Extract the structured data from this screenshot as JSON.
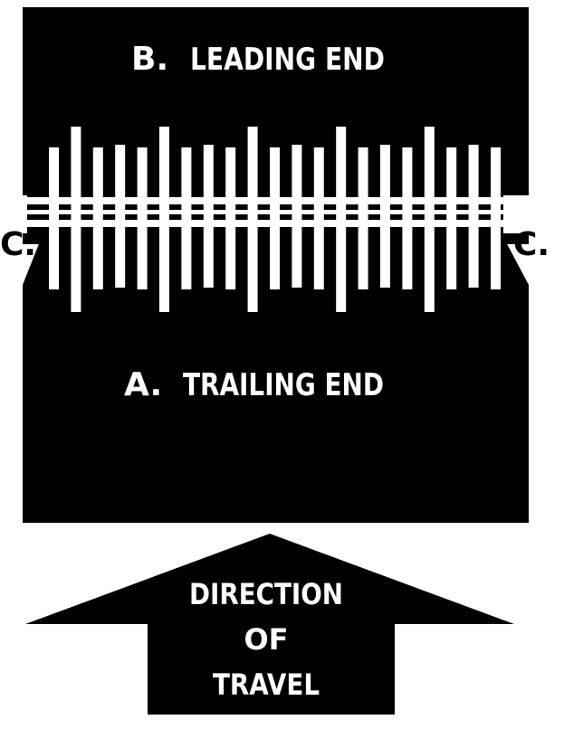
{
  "labels": {
    "leading_letter": "B.",
    "leading_text": "LEADING END",
    "trailing_letter": "A.",
    "trailing_text": "TRAILING END",
    "left_c": "C.",
    "right_c": "C.",
    "direction_line1": "DIRECTION",
    "direction_line2": "OF",
    "direction_line3": "TRAVEL"
  },
  "colors": {
    "panel": "#000000",
    "bar": "#ffffff",
    "background": "#ffffff"
  }
}
